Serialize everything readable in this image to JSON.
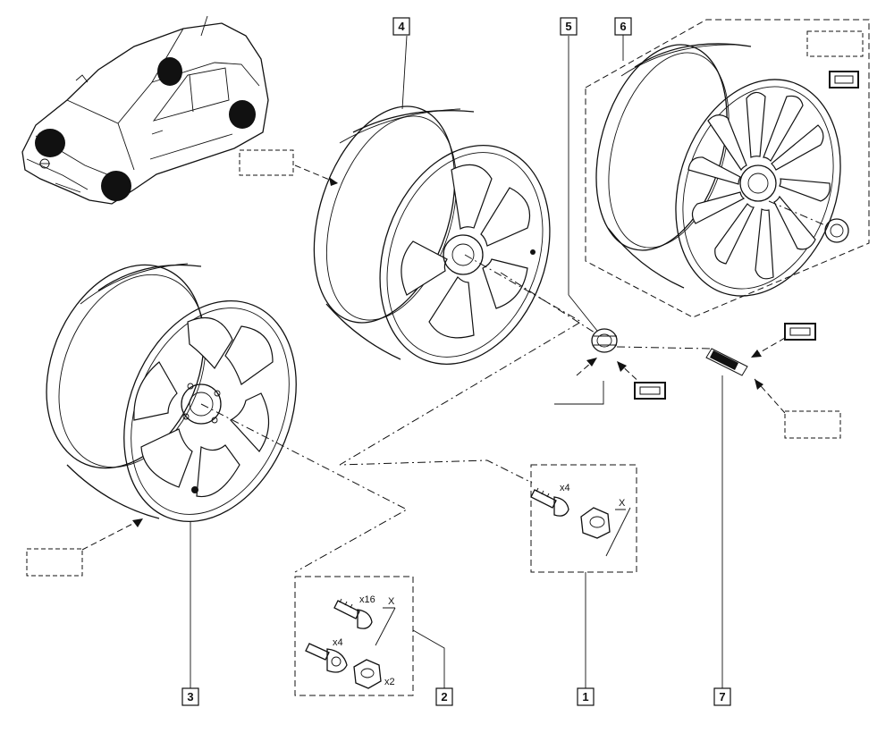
{
  "callouts": [
    {
      "id": "1",
      "label": "1"
    },
    {
      "id": "2",
      "label": "2"
    },
    {
      "id": "3",
      "label": "3"
    },
    {
      "id": "4",
      "label": "4"
    },
    {
      "id": "5",
      "label": "5"
    },
    {
      "id": "6",
      "label": "6"
    },
    {
      "id": "7",
      "label": "7"
    }
  ],
  "quantities": {
    "bolt_x4_kit1": "x4",
    "x_kit1": "X",
    "bolt_x16": "x16",
    "x_kit2": "X",
    "bolt_x4_kit2": "x4",
    "nut_x2": "x2"
  }
}
